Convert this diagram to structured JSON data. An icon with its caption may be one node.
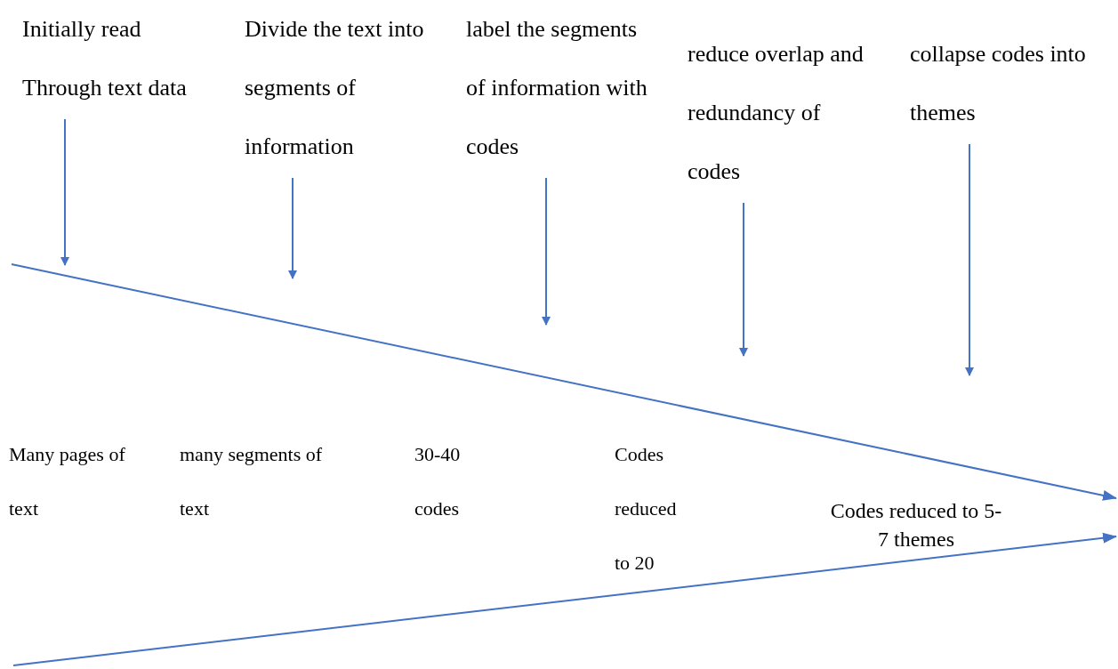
{
  "diagram": {
    "nodes": [
      {
        "text": [
          "Initially read Through text data"
        ]
      },
      {
        "text": [
          "Divide the text into segments of information"
        ]
      },
      {
        "text": [
          "label the segments of information with codes"
        ]
      },
      {
        "text": [
          "reduce overlap and redundancy of codes"
        ]
      },
      {
        "text": [
          "collapse codes into themes"
        ]
      }
    ],
    "edges": [
      {
        "from": 0,
        "to": null,
        "arrow": "to"
      },
      {
        "from": 1,
        "to": null,
        "arrow": "to"
      },
      {
        "from": 2,
        "to": null,
        "arrow": "to"
      },
      {
        "from": 3,
        "to": null,
        "arrow": "to"
      },
      {
        "from": 4,
        "to": null,
        "arrow": "to"
      }
    ],
    "labels": [
      "Many pages of text",
      "many segments of text",
      "30-40 codes",
      "Codes reduced to 20",
      "Codes reduced to 5-7 themes"
    ]
  }
}
